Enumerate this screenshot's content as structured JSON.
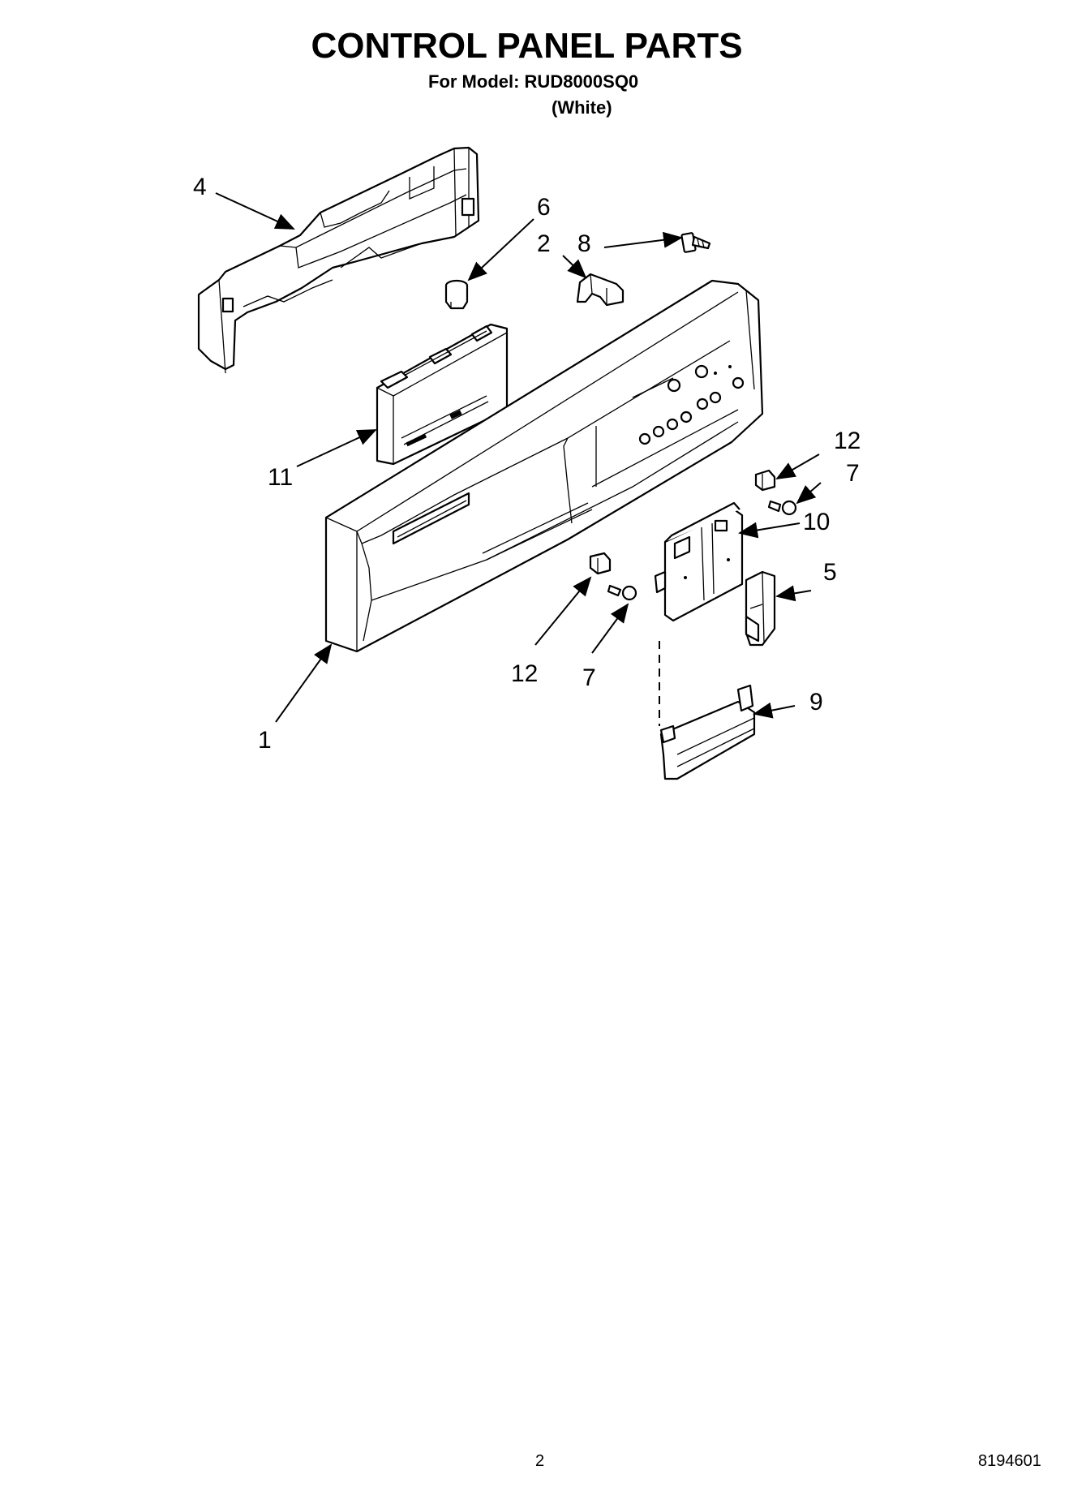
{
  "header": {
    "title": "CONTROL PANEL PARTS",
    "model_line": "For Model: RUD8000SQ0",
    "variant": "(White)"
  },
  "callouts": [
    "4",
    "6",
    "2",
    "8",
    "11",
    "12",
    "7",
    "10",
    "5",
    "12",
    "7",
    "1",
    "9"
  ],
  "footer": {
    "page_number": "2",
    "document_number": "8194601"
  }
}
